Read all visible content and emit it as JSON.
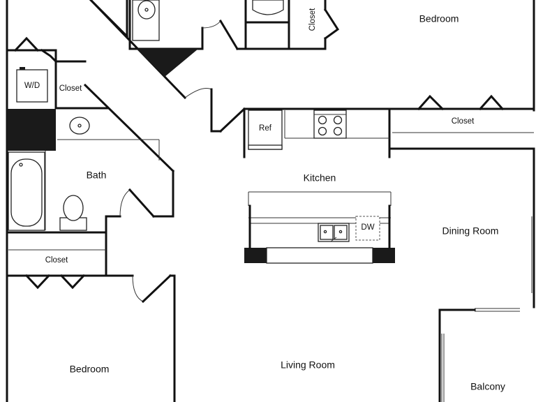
{
  "rooms": {
    "bedroom_top": "Bedroom",
    "bedroom_bottom": "Bedroom",
    "bath": "Bath",
    "kitchen": "Kitchen",
    "dining_room": "Dining Room",
    "living_room": "Living Room",
    "balcony": "Balcony"
  },
  "closets": {
    "top": "Closet",
    "laundry": "Closet",
    "right": "Closet",
    "left": "Closet"
  },
  "fixtures": {
    "washer_dryer": "W/D",
    "refrigerator": "Ref",
    "dishwasher": "DW"
  },
  "colors": {
    "wall": "#111111",
    "background": "#ffffff"
  }
}
